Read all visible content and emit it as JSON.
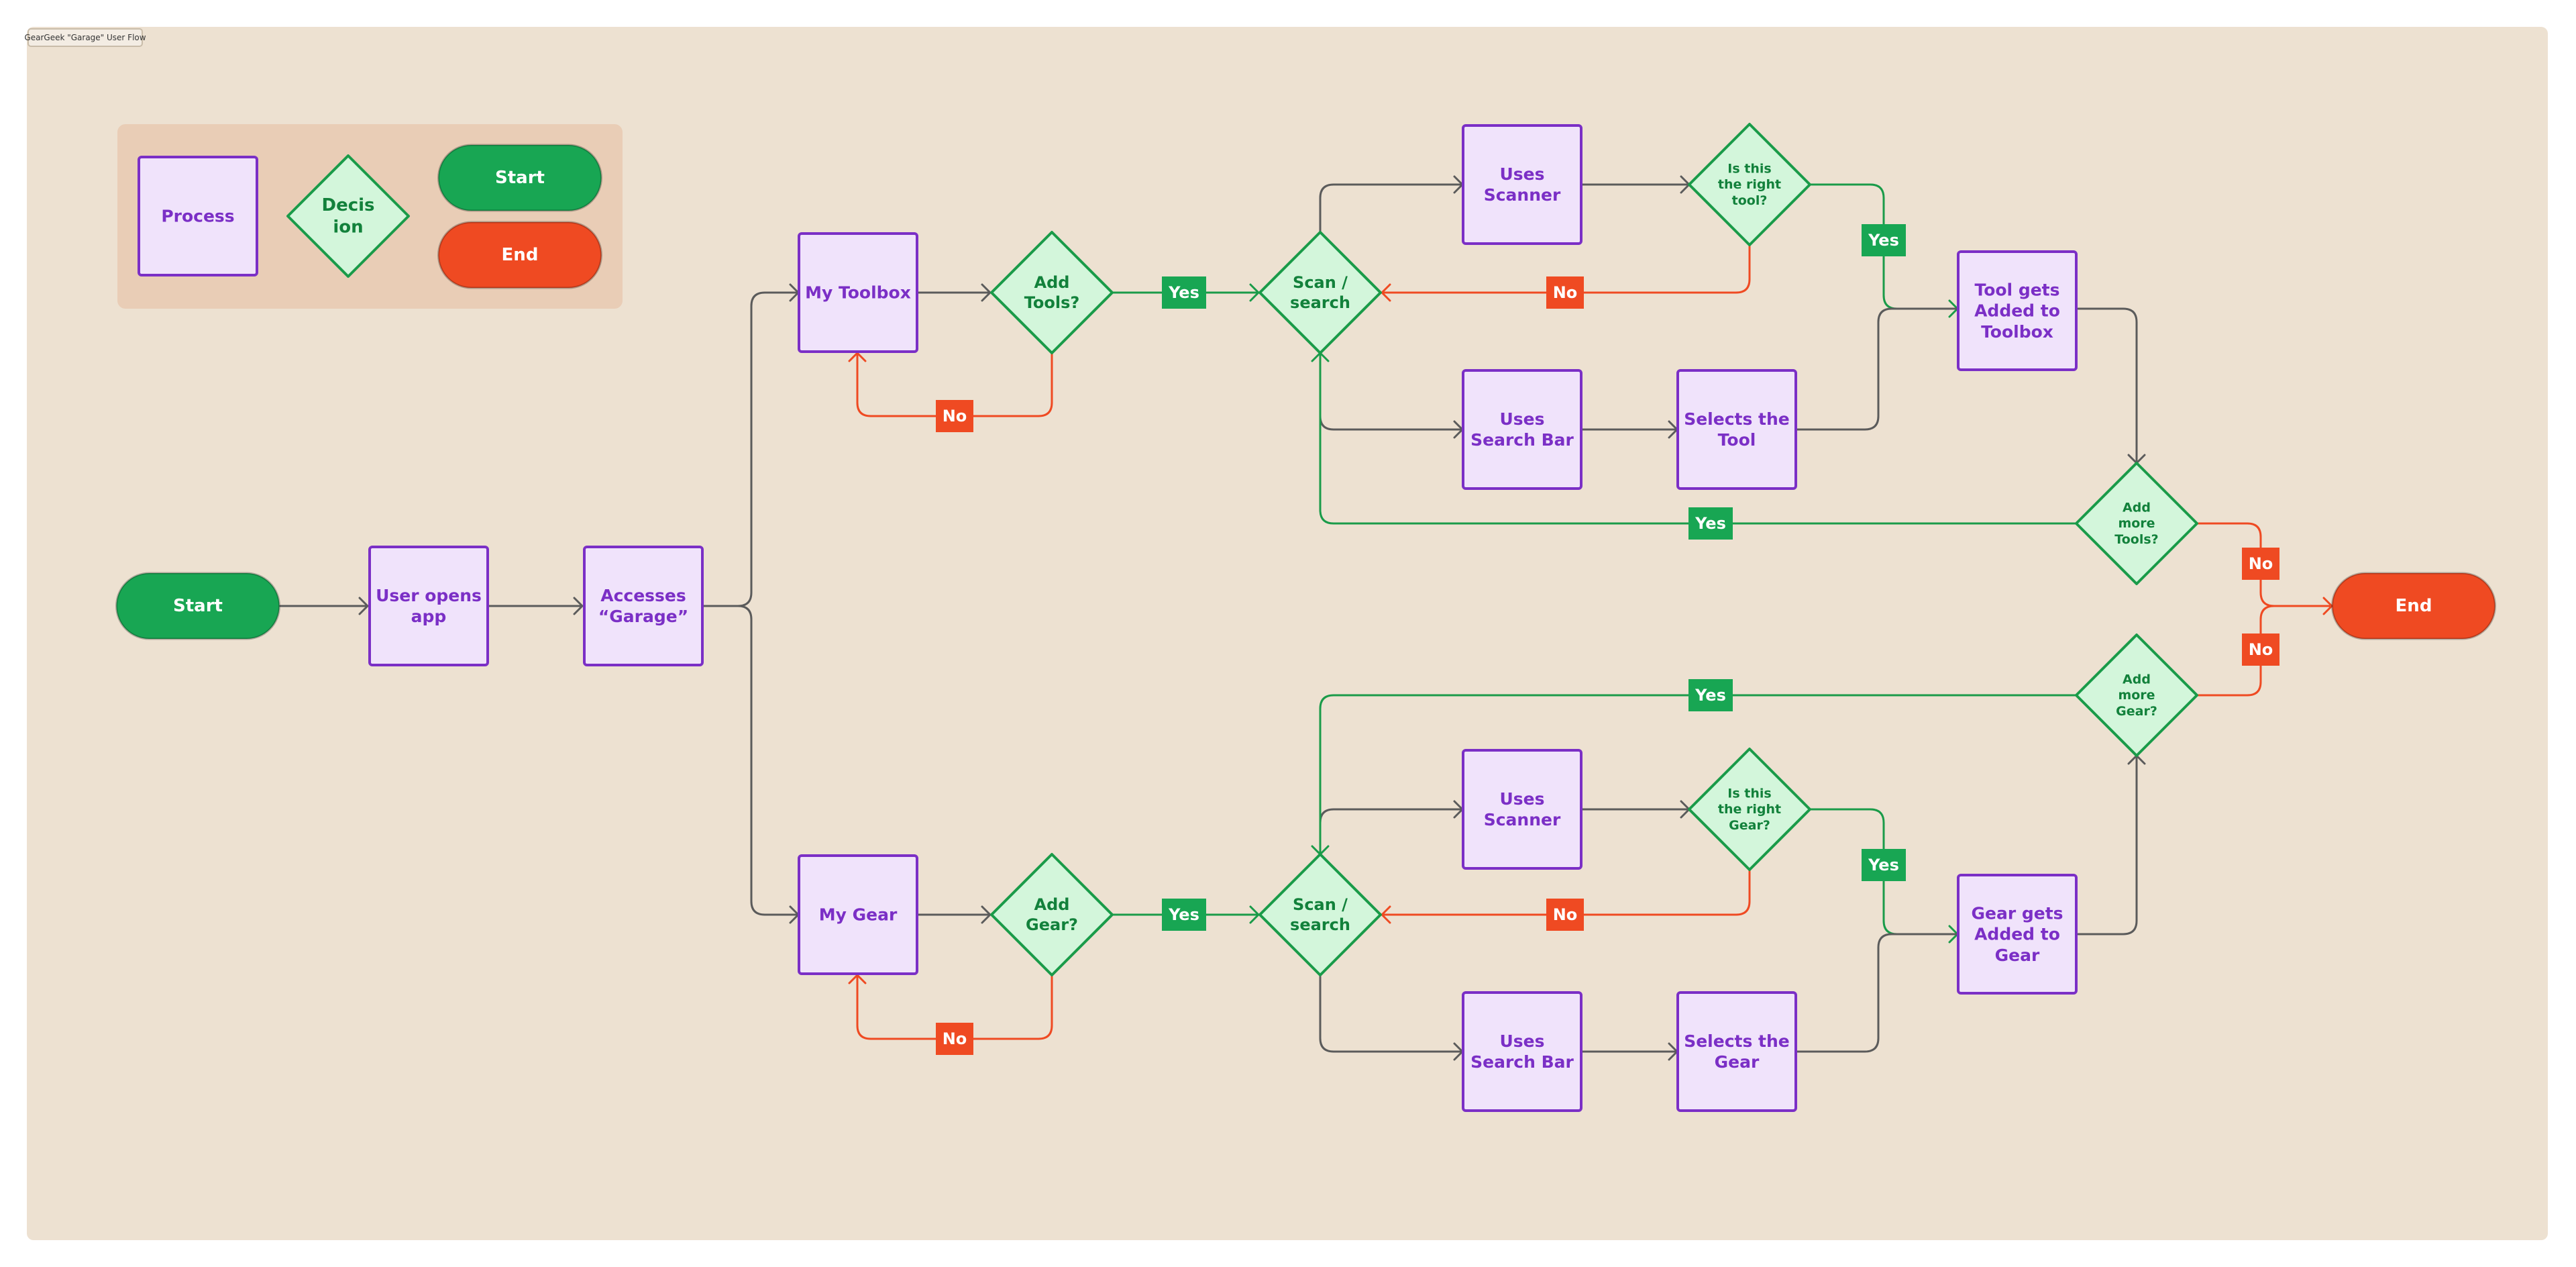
{
  "frame_title": "GearGeek \"Garage\" User Flow",
  "colors": {
    "canvas": "#ede1d1",
    "legend_bg": "#e9cdb6",
    "process_fill": "#f0e3fb",
    "process_stroke": "#7b2fc6",
    "process_text": "#7b2fc6",
    "decision_fill": "#d3f6db",
    "decision_stroke": "#1a9b49",
    "decision_text": "#12813b",
    "start_fill": "#18a653",
    "end_fill": "#ef4a22",
    "yes_label": "#18a653",
    "no_label": "#ef4a22",
    "line_gray": "#5b5b5b"
  },
  "legend": {
    "process": "Process",
    "decision": [
      "Decis",
      "ion"
    ],
    "start": "Start",
    "end": "End"
  },
  "nodes": {
    "start": "Start",
    "user_opens_app": [
      "User opens",
      "app"
    ],
    "accesses_garage": [
      "Accesses",
      "“Garage”"
    ],
    "my_toolbox": "My Toolbox",
    "add_tools": [
      "Add",
      "Tools?"
    ],
    "scan_search_top": [
      "Scan /",
      "search"
    ],
    "uses_scanner_top": [
      "Uses",
      "Scanner"
    ],
    "right_tool": [
      "Is this",
      "the right",
      "tool?"
    ],
    "uses_search_bar_top": [
      "Uses",
      "Search Bar"
    ],
    "selects_tool": [
      "Selects the",
      "Tool"
    ],
    "tool_added": [
      "Tool gets",
      "Added to",
      "Toolbox"
    ],
    "add_more_tools": [
      "Add",
      "more",
      "Tools?"
    ],
    "end": "End",
    "add_more_gear": [
      "Add",
      "more",
      "Gear?"
    ],
    "my_gear": "My Gear",
    "add_gear": [
      "Add",
      "Gear?"
    ],
    "scan_search_bottom": [
      "Scan /",
      "search"
    ],
    "uses_scanner_bottom": [
      "Uses",
      "Scanner"
    ],
    "right_gear": [
      "Is this",
      "the right",
      "Gear?"
    ],
    "uses_search_bar_bottom": [
      "Uses",
      "Search Bar"
    ],
    "selects_gear": [
      "Selects the",
      "Gear"
    ],
    "gear_added": [
      "Gear gets",
      "Added to",
      "Gear"
    ]
  },
  "edge_labels": {
    "yes": "Yes",
    "no": "No"
  }
}
